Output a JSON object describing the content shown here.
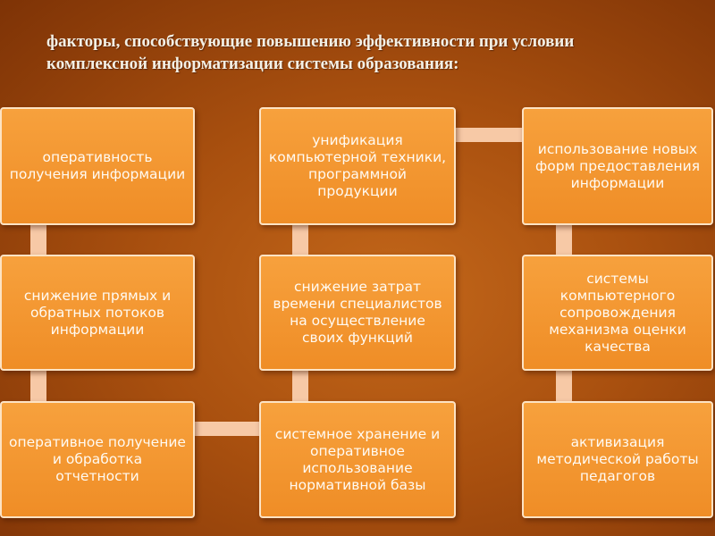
{
  "title": {
    "line1": "факторы, способствующие повышению эффективности при условии",
    "line2": "комплексной информатизации системы образования:"
  },
  "boxes": {
    "r1c1": "оперативность получения информации",
    "r1c2": "унификация компьютерной техники, программной продукции",
    "r1c3": "использование новых форм предоставления информации",
    "r2c1": "снижение прямых и обратных потоков информации",
    "r2c2": "снижение затрат времени специалистов на осуществление своих функций",
    "r2c3": "системы компьютерного сопровождения механизма оценки качества",
    "r3c1": "оперативное получение и обработка отчетности",
    "r3c2": "системное хранение и оперативное использование нормативной базы",
    "r3c3": "активизация методической работы педагогов"
  },
  "colors": {
    "box_fill": "#f39530",
    "box_border": "#fde3c4",
    "connector": "#f7c9a6",
    "background": "#a9500f",
    "title_text": "#f3f0e6"
  }
}
